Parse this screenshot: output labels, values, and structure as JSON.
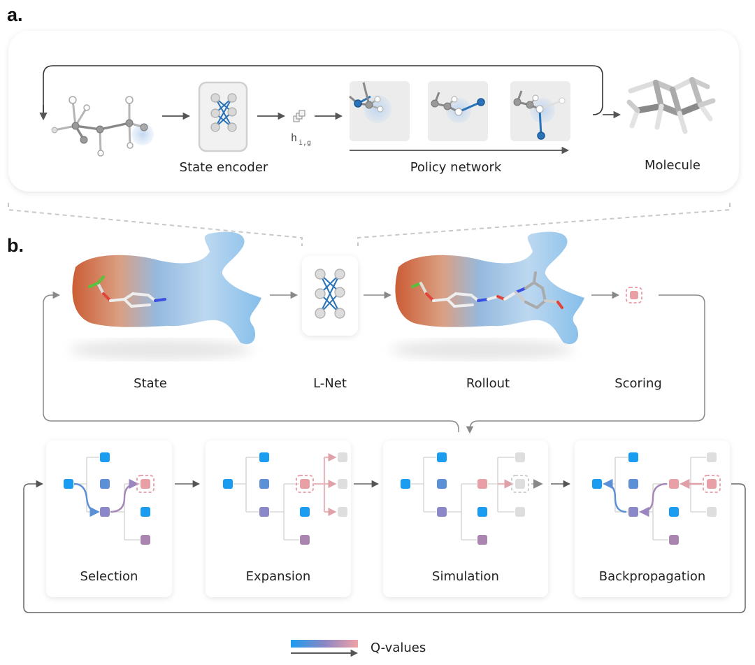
{
  "panel_a": {
    "letter": "a.",
    "state_encoder_label": "State encoder",
    "hidden_symbol": "h",
    "hidden_subscript": "i,g",
    "policy_network_label": "Policy network",
    "molecule_label": "Molecule"
  },
  "panel_b": {
    "letter": "b.",
    "state_label": "State",
    "lnet_label": "L-Net",
    "rollout_label": "Rollout",
    "scoring_label": "Scoring",
    "steps": [
      {
        "label": "Selection"
      },
      {
        "label": "Expansion"
      },
      {
        "label": "Simulation"
      },
      {
        "label": "Backpropagation"
      }
    ]
  },
  "legend": {
    "label": "Q-values",
    "gradient_start": "#1a9cf0",
    "gradient_mid": "#8a87c4",
    "gradient_end": "#f2a0a6"
  },
  "colors": {
    "blue_node": "#1a9cf0",
    "mid_blue_node": "#5b8fd6",
    "purple_node": "#8a88c8",
    "mauve_node": "#a985b0",
    "pink_node": "#e8a0a6",
    "grey_node": "#dedede",
    "bond_blue": "#2a73b8",
    "arrow": "#555555"
  }
}
